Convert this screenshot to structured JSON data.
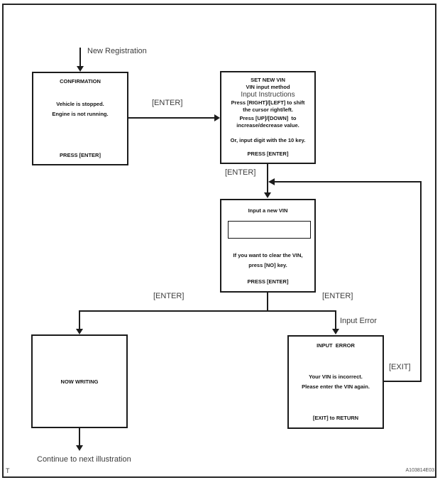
{
  "colors": {
    "line": "#1c1c1c",
    "box_border": "#1b1b1b",
    "box_text": "#141414",
    "label_text": "#3c3c3c",
    "figure_id_text": "#4d4d4d",
    "background": "#ffffff"
  },
  "flow_labels": {
    "start": "New Registration",
    "enter": "[ENTER]",
    "input_error": "Input Error",
    "exit": "[EXIT]",
    "continue": "Continue to next illustration"
  },
  "screens": {
    "confirmation": {
      "title": "CONFIRMATION",
      "line1": "Vehicle is stopped.",
      "line2": "Engine is not running.",
      "footer": "PRESS [ENTER]"
    },
    "set_new_vin": {
      "line1": "SET NEW VIN",
      "line2": "VIN input method",
      "instructions_title": "Input Instructions",
      "line3": "Press [RIGHT]/[LEFT] to shift",
      "line4": "the cursor right/left.",
      "line5": "Press [UP]/[DOWN]  to",
      "line6": "increase/decrease value.",
      "line7": "Or, input digit with the 10 key.",
      "footer": "PRESS [ENTER]"
    },
    "input_vin": {
      "title": "Input a new VIN",
      "input_value": "",
      "line1": "If you want to clear the VIN,",
      "line2": "press [NO] key.",
      "footer": "PRESS [ENTER]"
    },
    "now_writing": {
      "title": "NOW WRITING"
    },
    "input_error": {
      "title": "INPUT  ERROR",
      "line1": "Your VIN is incorrect.",
      "line2": "Please enter the VIN again.",
      "footer": "[EXIT] to RETURN"
    }
  },
  "page_footer": {
    "corner_label": "T",
    "figure_id": "A103814E03"
  }
}
